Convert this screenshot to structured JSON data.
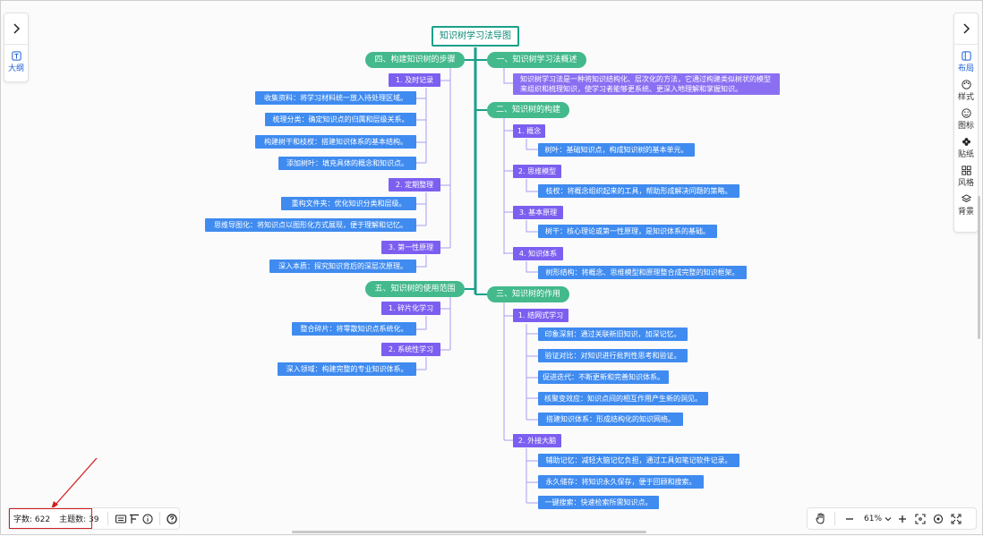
{
  "left_panel": {
    "outline_label": "大纲"
  },
  "right_panel": {
    "layout_label": "布局",
    "style_label": "样式",
    "icon_label": "图标",
    "sticker_label": "贴纸",
    "theme_label": "风格",
    "background_label": "背景"
  },
  "mindmap": {
    "root": "知识树学习法导图",
    "b1": {
      "title": "一、知识树学习法概述",
      "desc": "知识树学习法是一种将知识结构化、层次化的方法，它通过构建类似树状的模型来组织和梳理知识，使学习者能够更系统、更深入地理解和掌握知识。"
    },
    "b2": {
      "title": "二、知识树的构建",
      "c1": {
        "title": "1. 概念",
        "leaf1": "树叶：基础知识点，构成知识树的基本单元。"
      },
      "c2": {
        "title": "2. 思维模型",
        "leaf1": "枝杈：将概念组织起来的工具，帮助形成解决问题的策略。"
      },
      "c3": {
        "title": "3. 基本原理",
        "leaf1": "树干：核心理论或第一性原理，是知识体系的基础。"
      },
      "c4": {
        "title": "4. 知识体系",
        "leaf1": "树形结构：将概念、思维模型和原理整合成完整的知识框架。"
      }
    },
    "b3": {
      "title": "三、知识树的作用",
      "c1": {
        "title": "1. 结网式学习",
        "leaf1": "印象深刻：通过关联新旧知识，加深记忆。",
        "leaf2": "验证对比：对知识进行批判性思考和验证。",
        "leaf3": "促进迭代：不断更新和完善知识体系。",
        "leaf4": "核聚变效应：知识点间的相互作用产生新的洞见。",
        "leaf5": "搭建知识体系：形成结构化的知识网络。"
      },
      "c2": {
        "title": "2. 外接大脑",
        "leaf1": "辅助记忆：减轻大脑记忆负担，通过工具如笔记软件记录。",
        "leaf2": "永久储存：将知识永久保存，便于回顾和搜索。",
        "leaf3": "一键搜索：快速检索所需知识点。"
      }
    },
    "b4": {
      "title": "四、构建知识树的步骤",
      "c1": {
        "title": "1. 及时记录",
        "leaf1": "收集资料：将学习材料统一放入待处理区域。",
        "leaf2": "梳理分类：确定知识点的归属和层级关系。",
        "leaf3": "构建树干和枝杈：搭建知识体系的基本结构。",
        "leaf4": "添加树叶：填充具体的概念和知识点。"
      },
      "c2": {
        "title": "2. 定期整理",
        "leaf1": "重构文件夹：优化知识分类和层级。",
        "leaf2": "思维导图化：将知识点以图形化方式展现，便于理解和记忆。"
      },
      "c3": {
        "title": "3. 第一性原理",
        "leaf1": "深入本质：探究知识背后的深层次原理。"
      }
    },
    "b5": {
      "title": "五、知识树的使用范围",
      "c1": {
        "title": "1. 碎片化学习",
        "leaf1": "整合碎片：将零散知识点系统化。"
      },
      "c2": {
        "title": "2. 系统性学习",
        "leaf1": "深入领域：构建完整的专业知识体系。"
      }
    }
  },
  "status": {
    "word_count": "字数: 622",
    "topic_count": "主题数: 39"
  },
  "zoom": {
    "value": "61%"
  },
  "colors": {
    "root_border": "#1aa08a",
    "level1": "#43b98c",
    "level2": "#7c5ff0",
    "leaf": "#3f8bf0",
    "trunk": "#1aa08a",
    "highlight": "#d21f1f"
  }
}
